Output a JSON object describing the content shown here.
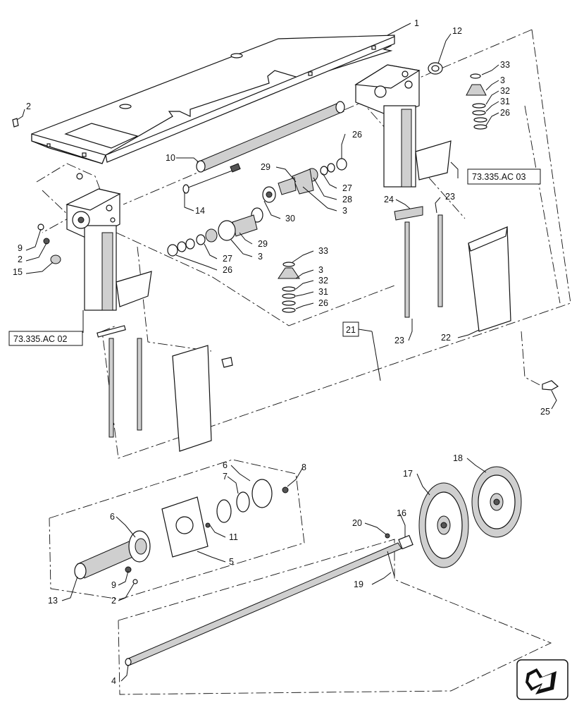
{
  "callouts": {
    "c1": "1",
    "c2a": "2",
    "c2b": "2",
    "c2c": "2",
    "c3a": "3",
    "c3b": "3",
    "c3c": "3",
    "c3d": "3",
    "c4": "4",
    "c5": "5",
    "c6a": "6",
    "c6b": "6",
    "c7": "7",
    "c8": "8",
    "c9a": "9",
    "c9b": "9",
    "c10": "10",
    "c11": "11",
    "c12": "12",
    "c13": "13",
    "c14": "14",
    "c15": "15",
    "c16": "16",
    "c17": "17",
    "c18": "18",
    "c19": "19",
    "c20": "20",
    "c21": "21",
    "c22": "22",
    "c23a": "23",
    "c23b": "23",
    "c24": "24",
    "c25": "25",
    "c26a": "26",
    "c26b": "26",
    "c26c": "26",
    "c26d": "26",
    "c27a": "27",
    "c27b": "27",
    "c28": "28",
    "c29a": "29",
    "c29b": "29",
    "c30": "30",
    "c31a": "31",
    "c31b": "31",
    "c32a": "32",
    "c32b": "32",
    "c33a": "33",
    "c33b": "33"
  },
  "references": {
    "left_gearbox": "73.335.AC 02",
    "right_gearbox": "73.335.AC 03"
  },
  "nav_icon": "next-page-arrow-icon"
}
